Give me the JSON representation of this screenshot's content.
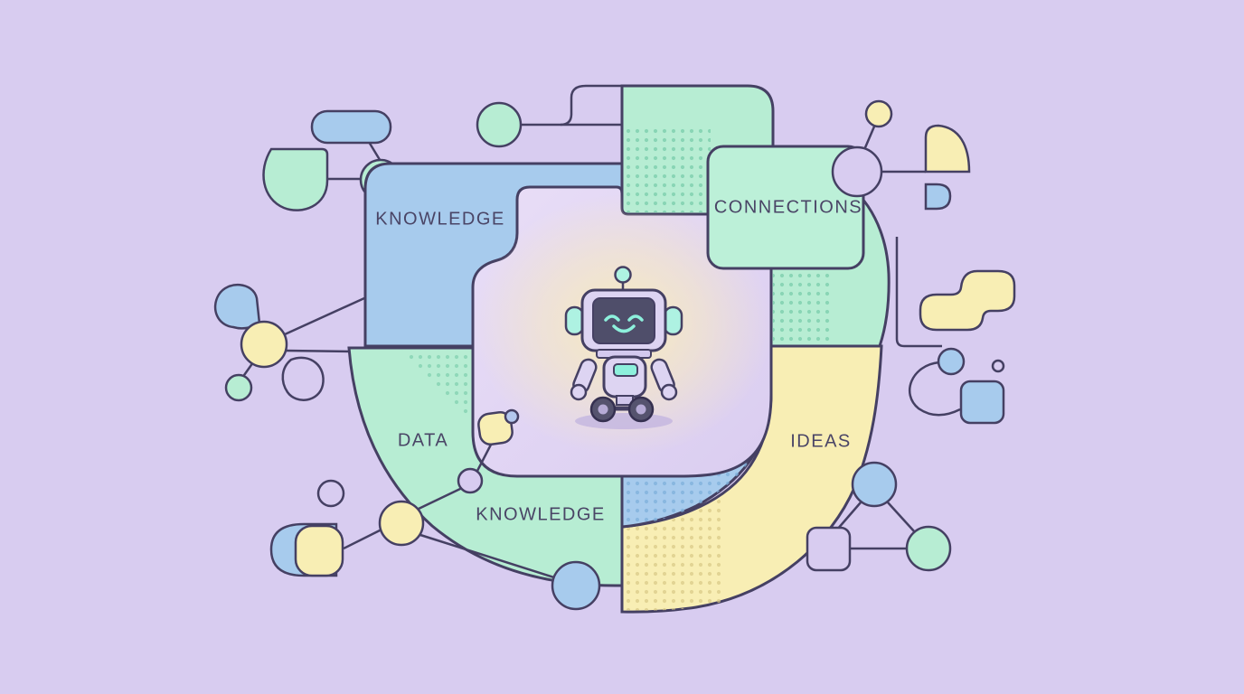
{
  "illustration": {
    "description": "Pastel abstract illustration of a smiling robot mascot surrounded by connected shapes and labeled bands",
    "labels": {
      "knowledge_top": "KNOWLEDGE",
      "connections": "CONNECTIONS",
      "data": "DATA",
      "knowledge_bottom": "KNOWLEDGE",
      "ideas": "IDEAS"
    },
    "colors": {
      "background": "#d8ccf0",
      "blue": "#a7cbed",
      "mint": "#b7edd3",
      "mint_card": "#bcf0d8",
      "yellow": "#f8eeb4",
      "center_panel": "#ded3f3",
      "outline": "#454063",
      "text": "#4a4566",
      "glow": "#f9edba",
      "robot_body": "#ddd4f2",
      "robot_screen": "#4f4e6a",
      "robot_accent": "#8df0dc",
      "mint_dots": "#7ecfae",
      "blue_dots": "#7fb0dc",
      "yellow_dots": "#d8c986"
    }
  }
}
